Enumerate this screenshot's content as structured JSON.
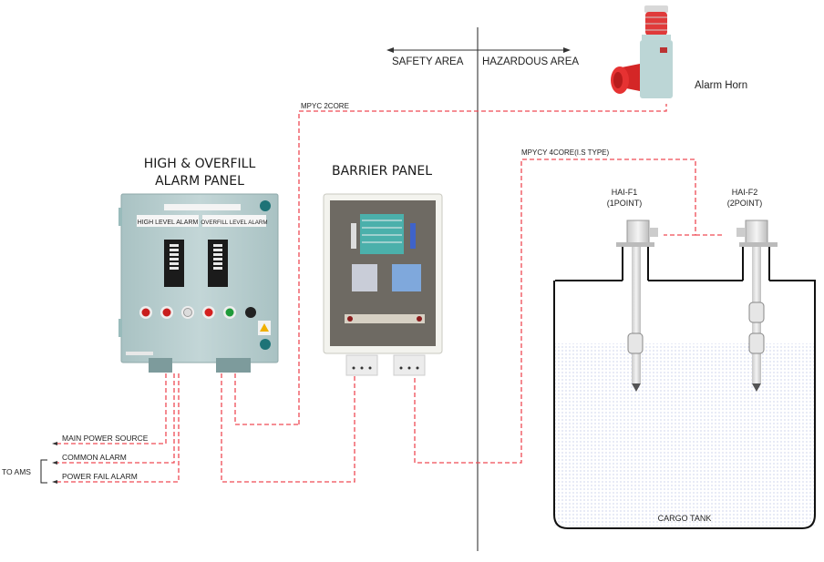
{
  "zones": {
    "safety": "SAFETY AREA",
    "hazardous": "HAZARDOUS AREA"
  },
  "devices": {
    "alarm_horn": "Alarm Horn",
    "alarm_panel_line1": "HIGH & OVERFILL",
    "alarm_panel_line2": "ALARM PANEL",
    "panel_plate_left": "HIGH LEVEL ALARM",
    "panel_plate_right": "OVERFILL LEVEL ALARM",
    "barrier_panel": "BARRIER PANEL",
    "sensor1_name": "HAI-F1",
    "sensor1_type": "(1POINT)",
    "sensor2_name": "HAI-F2",
    "sensor2_type": "(2POINT)",
    "tank": "CARGO TANK"
  },
  "cables": {
    "horn_cable": "MPYC 2CORE",
    "sensor_cable": "MPYCY 4CORE(I.S TYPE)"
  },
  "outputs": {
    "main_power": "MAIN POWER SOURCE",
    "common_alarm": "COMMON ALARM",
    "power_fail": "POWER FAIL ALARM",
    "to_ams": "TO AMS"
  },
  "colors": {
    "wire": "#ef4a55",
    "panel": "#b9cfd0",
    "liquid_dots": "#9aa6d8",
    "lamp_red": "#d42020",
    "lamp_green": "#1f9a3a"
  }
}
